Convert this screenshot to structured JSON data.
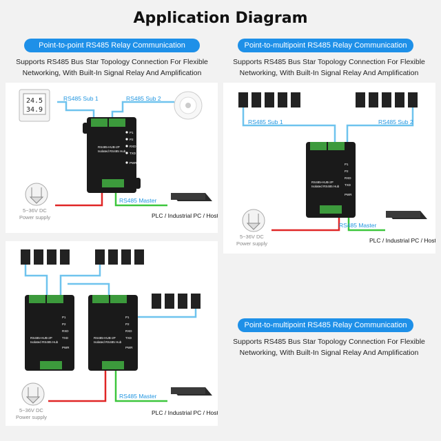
{
  "title": "Application Diagram",
  "sections": {
    "p2p": {
      "pill": "Point-to-point RS485 Relay Communication",
      "desc_line1": "Supports RS485 Bus Star Topology Connection For Flexible",
      "desc_line2": "Networking, With Built-In Signal Relay And Amplification",
      "sub1": "RS485 Sub 1",
      "sub2": "RS485 Sub 2",
      "master": "RS485 Master",
      "host": "PLC / Industrial PC / Host",
      "power1": "5~36V DC",
      "power2": "Power supply"
    },
    "p2mp_top": {
      "pill": "Point-to-multipoint RS485 Relay Communication",
      "desc_line1": "Supports RS485 Bus Star Topology Connection For Flexible",
      "desc_line2": "Networking, With Built-In Signal Relay And Amplification",
      "sub1": "RS485 Sub 1",
      "sub2": "RS485 Sub 2",
      "master": "RS485 Master",
      "host": "PLC / Industrial PC / Host",
      "power1": "5~36V DC",
      "power2": "Power supply"
    },
    "p2mp_bottom": {
      "pill": "Point-to-multipoint RS485 Relay Communication",
      "desc_line1": "Supports RS485 Bus Star Topology Connection For Flexible",
      "desc_line2": "Networking, With Built-In Signal Relay And Amplification",
      "master": "RS485 Master",
      "host": "PLC / Industrial PC / Host",
      "power1": "5~36V DC",
      "power2": "Power supply"
    }
  },
  "hub": {
    "name": "RS485-HUB-2P",
    "sub": "Isolated RS485 Hub",
    "led_p1": "P1",
    "led_p2": "P2",
    "led_rxd": "RXD",
    "led_txd": "TXD",
    "led_pwr": "PWR"
  },
  "sensor_display": {
    "line1": "24.5",
    "line2": "34.9"
  },
  "colors": {
    "accent": "#1e90e8",
    "rs485_wire": "#6ec3ee",
    "power_wire": "#e02525",
    "master_wire": "#3cc63c",
    "hub_body": "#1a1a1a",
    "terminal": "#3c9a3c"
  }
}
